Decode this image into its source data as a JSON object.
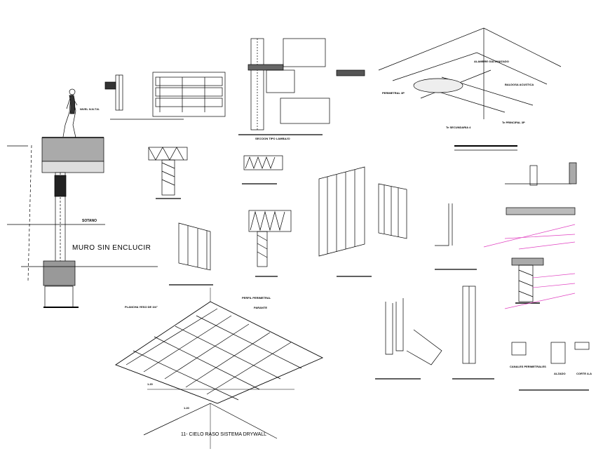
{
  "labels": {
    "wall_title": "MURO SIN ENCLUCIR",
    "basement": "SOTANO",
    "ground_level": "NIVEL N.N.T.N.",
    "ceiling_main_title": "11- CIELO RASO SISTEMA DRYWALL",
    "wire": "ALAMBRE GALVANIZADO",
    "perimetral": "PERIMETRAL 3P",
    "tee_secondary": "Te SECUNDARIA 4",
    "tee_main": "Te PRINCIPAL 3P",
    "tile": "BALDOSA ACUSTICA",
    "section_title": "SECCION TIPO LAMBAJO",
    "plancha_top": "PLANCHA YESO DE 3/4\"",
    "perfil_perimetral": "PERFIL PERIMETRAL",
    "parante": "PARANTE",
    "alzado": "ALZADO",
    "corte": "CORTE A-A",
    "canal_perimetral": "CANALES PERIMETRALES",
    "dim_1": "1.20",
    "dim_2": "1.20"
  },
  "icons": [
    "human-figure-icon",
    "ceiling-grid-icon",
    "stud-frame-icon"
  ]
}
